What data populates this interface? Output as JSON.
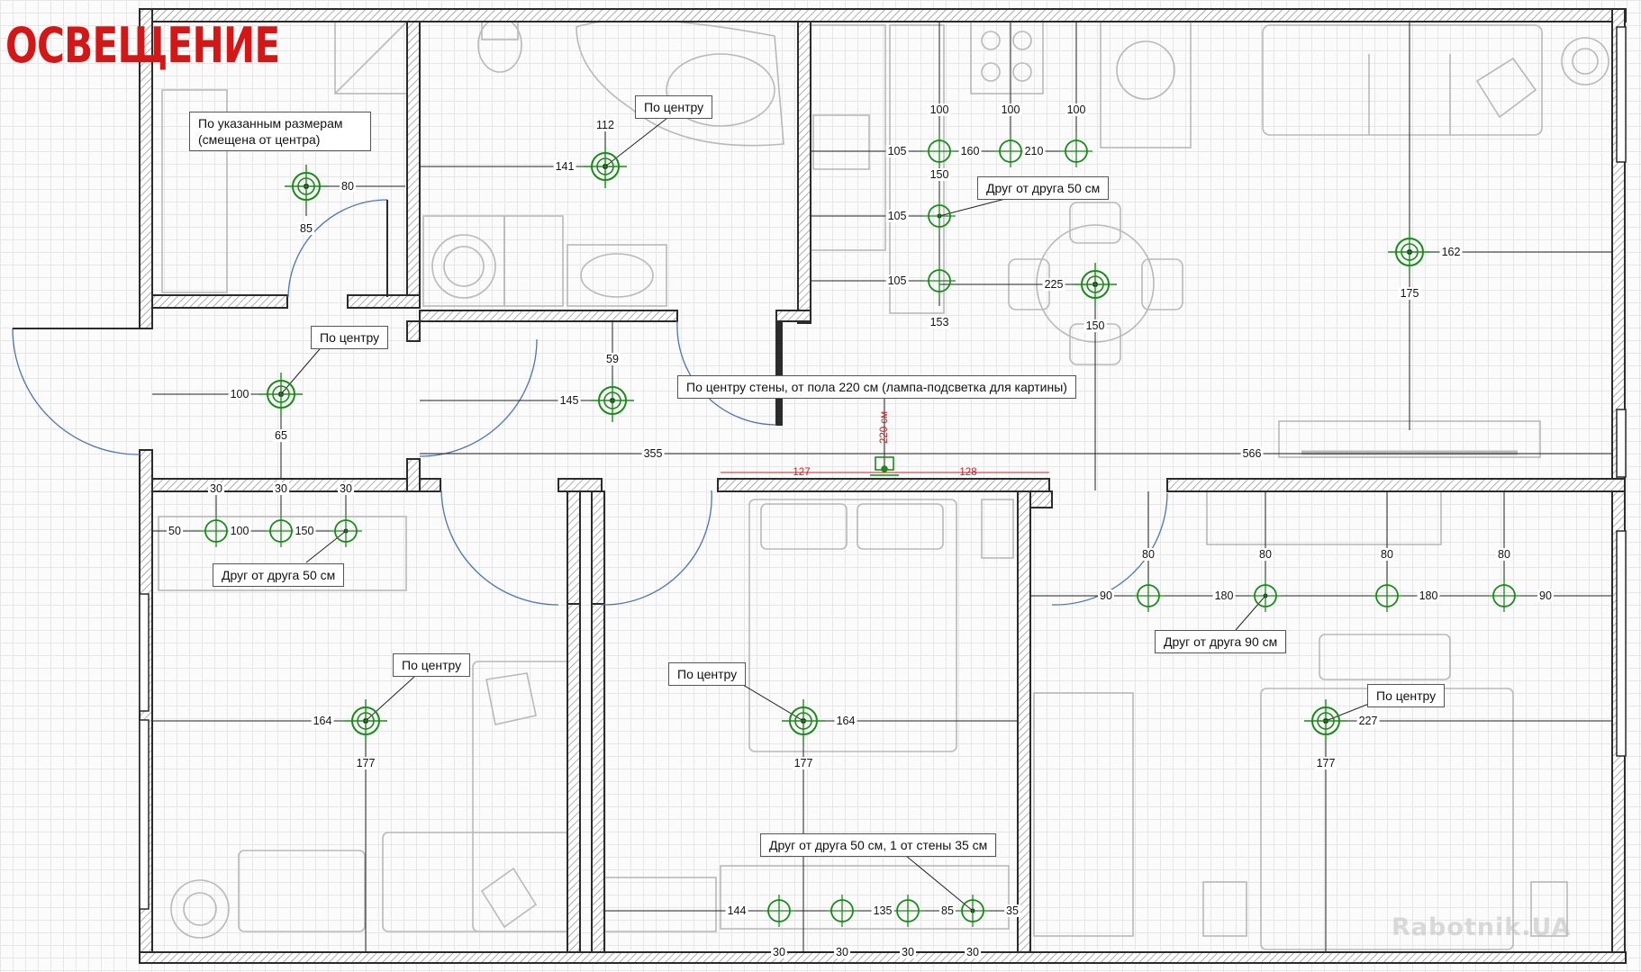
{
  "title": "ОСВЕЩЕНИЕ",
  "colors": {
    "title": "#d31616",
    "light_fixture": "#1b8a1b",
    "wall_line": "#2b2b2b",
    "wall_hatch": "#8a8a8a",
    "door_arc": "#4b74b5",
    "furniture": "#b7b7b7",
    "red_dimension": "#cf2020"
  },
  "callouts": {
    "storage_offset": "По указанным размерам (смещена от центра)",
    "bathroom_center": "По центру",
    "kitchen_spacing": "Друг от друга 50 см",
    "hall_center": "По центру",
    "wall_lamp": "По центру стены, от пола 220 см (лампа-подсветка для картины)",
    "bedroom1_spacing": "Друг от друга 50 см",
    "bedroom1_center": "По центру",
    "bedroom2_center": "По центру",
    "bedroom2_spacing": "Друг от друга 50 см, 1 от стены 35 см",
    "bedroom3_spacing": "Друг от друга 90 см",
    "bedroom3_center": "По центру"
  },
  "dimensions": {
    "d112": "112",
    "d141": "141",
    "d80": "80",
    "d85": "85",
    "d100a": "100",
    "d100b": "100",
    "d100c": "100",
    "d105a": "105",
    "d160": "160",
    "d210": "210",
    "d150a": "150",
    "d105b": "105",
    "d105c": "105",
    "d225": "225",
    "d153": "153",
    "d150b": "150",
    "d162": "162",
    "d175": "175",
    "d100hall": "100",
    "d65": "65",
    "d59": "59",
    "d145": "145",
    "d355": "355",
    "d566": "566",
    "d220cm": "220 см",
    "d127": "127",
    "d128": "128",
    "d30a": "30",
    "d30b": "30",
    "d30c": "30",
    "d50": "50",
    "d100d": "100",
    "d150c": "150",
    "d164a": "164",
    "d177a": "177",
    "d164b": "164",
    "d177b": "177",
    "d144": "144",
    "d135": "135",
    "d85b": "85",
    "d35": "35",
    "d30e": "30",
    "d30f": "30",
    "d30g": "30",
    "d30h": "30",
    "d80a": "80",
    "d80b": "80",
    "d80c": "80",
    "d80d": "80",
    "d90a": "90",
    "d180a": "180",
    "d180b": "180",
    "d90b": "90",
    "d227": "227",
    "d177c": "177"
  },
  "watermark": "Rabotnik.UA"
}
